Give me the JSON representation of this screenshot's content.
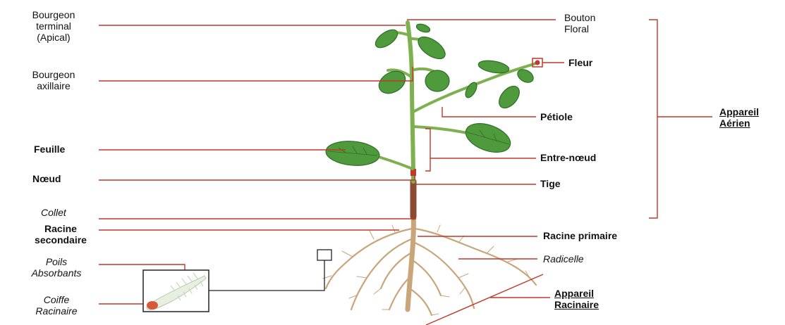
{
  "labels": {
    "bourgeon_terminal": [
      "Bourgeon",
      "terminal",
      "(Apical)"
    ],
    "bourgeon_axillaire": [
      "Bourgeon",
      "axillaire"
    ],
    "feuille": "Feuille",
    "noeud": "Nœud",
    "collet": "Collet",
    "racine_secondaire": [
      "Racine",
      "secondaire"
    ],
    "poils_absorbants": [
      "Poils",
      "Absorbants"
    ],
    "coiffe_racinaire": [
      "Coiffe",
      "Racinaire"
    ],
    "bouton_floral": [
      "Bouton",
      "Floral"
    ],
    "fleur": "Fleur",
    "petiole": "Pétiole",
    "entre_noeud": "Entre-nœud",
    "tige": "Tige",
    "racine_primaire": "Racine primaire",
    "radicelle": "Radicelle",
    "appareil_aerien": [
      "Appareil",
      "Aérien"
    ],
    "appareil_racinaire": [
      "Appareil",
      "Racinaire"
    ]
  },
  "colors": {
    "leader": "#c0392b",
    "leaf": "#4f9a3c",
    "leaf_dark": "#2f6e25",
    "stem": "#7fb04f",
    "stem_lower": "#8a4b32",
    "root": "#c9a57a",
    "inset_border": "#222222"
  }
}
